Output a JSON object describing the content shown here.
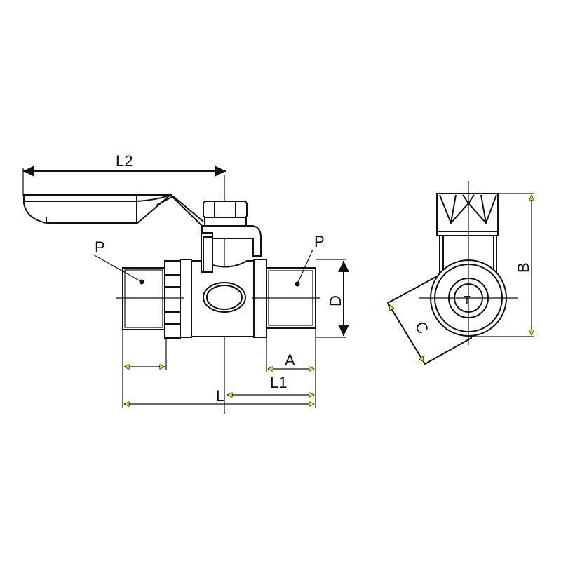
{
  "title": "Ball valve dimension drawing",
  "labels": {
    "l2": "L2",
    "p_left": "P",
    "p_right": "P",
    "d": "D",
    "a": "A",
    "l1": "L1",
    "l": "L",
    "b": "B",
    "c": "C",
    "t": "T"
  },
  "colors": {
    "line": "#111111",
    "arrow_fill": "#f2e600"
  }
}
